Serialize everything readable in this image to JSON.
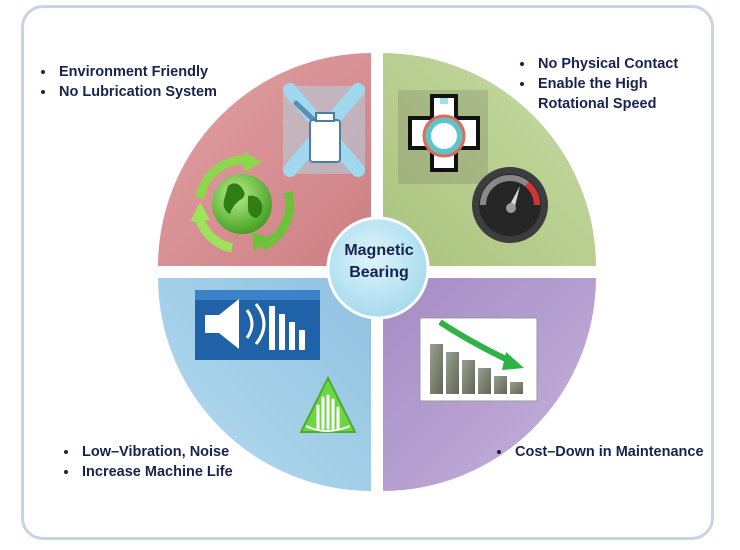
{
  "center": {
    "line1": "Magnetic",
    "line2": "Bearing"
  },
  "quadrants": {
    "top_left": {
      "bullets": [
        "Environment Friendly",
        "No Lubrication System"
      ]
    },
    "top_right": {
      "bullets": [
        "No Physical Contact",
        "Enable the High"
      ],
      "continuation": "Rotational Speed"
    },
    "bottom_left": {
      "bullets": [
        "Low–Vibration, Noise",
        "Increase Machine Life"
      ]
    },
    "bottom_right": {
      "bullets": [
        "Cost–Down in Maintenance"
      ]
    }
  },
  "colors": {
    "top_left": "#d48b8f",
    "top_right": "#b9cf8f",
    "bottom_left": "#9fcbe6",
    "bottom_right": "#b49bce",
    "center": "#b8e3f2",
    "text": "#17234e"
  },
  "icons": [
    "recycle-globe-icon",
    "no-oil-can-icon",
    "magnetic-bearing-icon",
    "speedometer-icon",
    "speaker-volume-icon",
    "vibration-hand-icon",
    "cost-down-chart-icon"
  ]
}
